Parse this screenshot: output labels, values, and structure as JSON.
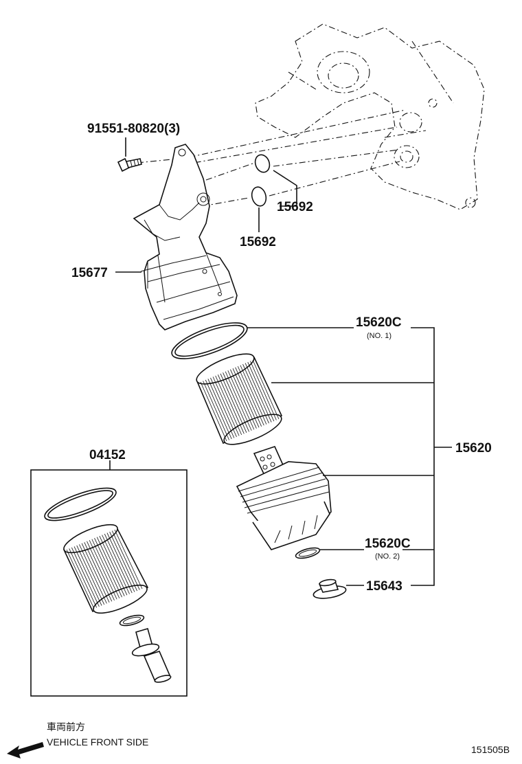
{
  "callouts": {
    "bolt": "91551-80820(3)",
    "oring_upper": "15692",
    "oring_lower": "15692",
    "housing": "15677",
    "oring_no1": "15620C",
    "oring_no1_sub": "(NO. 1)",
    "filter_cap_assy": "15620",
    "oring_no2": "15620C",
    "oring_no2_sub": "(NO. 2)",
    "drain_plug": "15643",
    "element_kit": "04152"
  },
  "direction": {
    "jp_label": "車両前方",
    "en_label": "VEHICLE FRONT SIDE"
  },
  "figure_id": "151505B"
}
